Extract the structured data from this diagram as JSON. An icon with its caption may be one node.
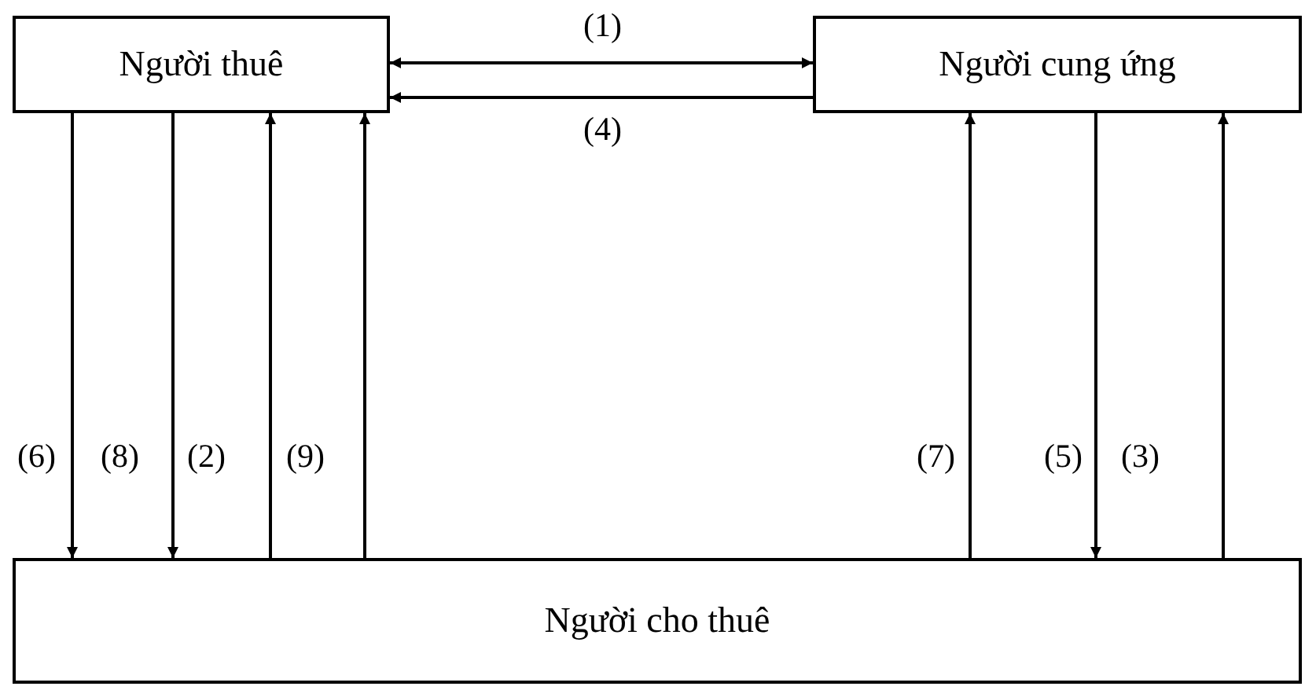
{
  "diagram": {
    "nodes": [
      {
        "text": [
          "Người thuê"
        ]
      },
      {
        "text": [
          "Người cung ứng"
        ]
      },
      {
        "text": [
          "Người cho thuê"
        ]
      }
    ],
    "edges": [
      {
        "from": 0,
        "to": 1,
        "arrow": "both",
        "label": "(1)"
      },
      {
        "from": 1,
        "to": 0,
        "arrow": "to",
        "label": "(4)"
      },
      {
        "from": 0,
        "to": 2,
        "arrow": "to",
        "label": "(6)"
      },
      {
        "from": 0,
        "to": 2,
        "arrow": "to",
        "label": "(8)"
      },
      {
        "from": 2,
        "to": 0,
        "arrow": "to",
        "label": "(2)"
      },
      {
        "from": 2,
        "to": 0,
        "arrow": "to",
        "label": "(9)"
      },
      {
        "from": 2,
        "to": 1,
        "arrow": "to",
        "label": "(7)"
      },
      {
        "from": 1,
        "to": 2,
        "arrow": "to",
        "label": "(5)"
      },
      {
        "from": 2,
        "to": 1,
        "arrow": "to",
        "label": "(3)"
      }
    ]
  }
}
